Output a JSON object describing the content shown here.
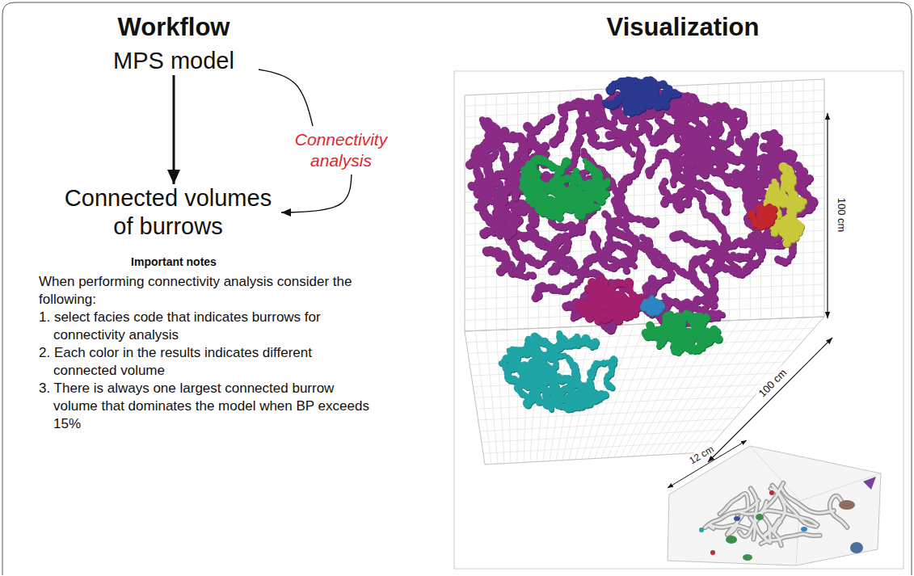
{
  "diagram": {
    "nodes": [
      {
        "text": [
          "MPS model"
        ]
      },
      {
        "text": [
          "Connected volumes of burrows"
        ]
      }
    ],
    "edges": [
      {
        "from": 0,
        "to": 1,
        "arrow": "to"
      },
      {
        "from": 0,
        "to": 1,
        "arrow": "to",
        "label": "Connectivity analysis"
      }
    ],
    "labels": [
      "Workflow",
      "Visualization",
      "Important notes",
      "When performing connectivity analysis consider the following:",
      "1. select facies code that indicates burrows for connectivity analysis",
      "2. Each color in the results indicates different connected volume",
      "3. There is always one largest connected burrow volume that dominates the model when BP exceeds 15%",
      "100 cm",
      "100 cm",
      "12 cm"
    ]
  }
}
